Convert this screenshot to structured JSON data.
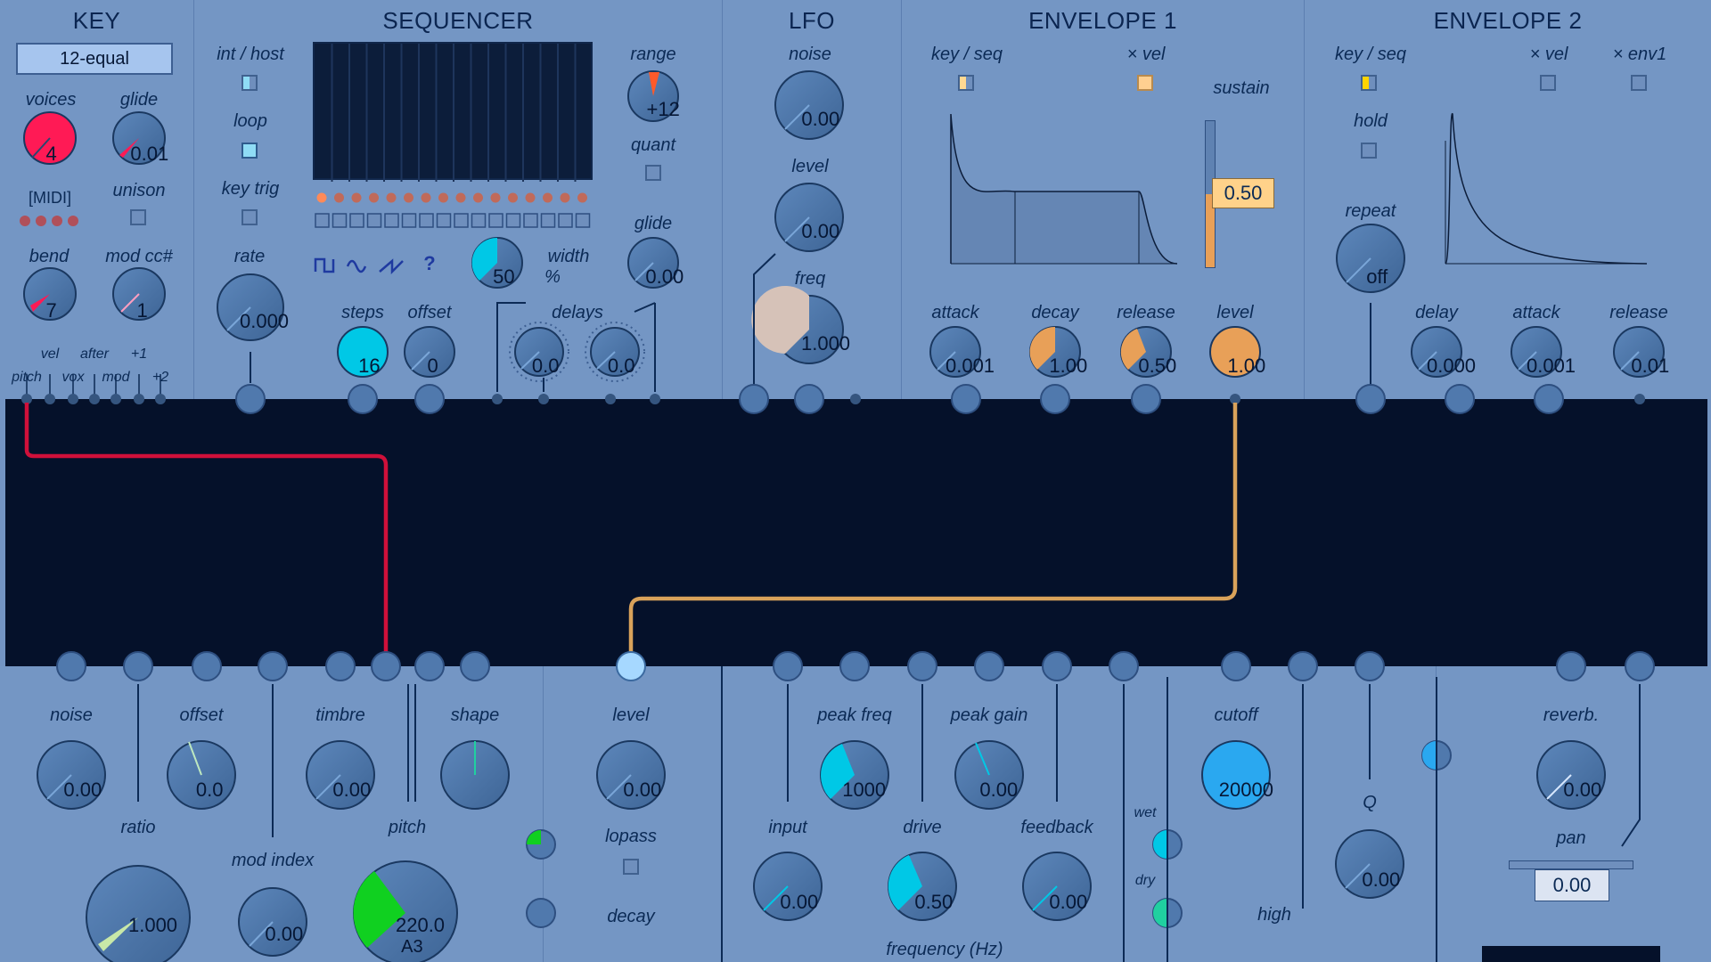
{
  "panels": {
    "key": {
      "title": "KEY",
      "tuning": "12-equal",
      "voices_label": "voices",
      "voices_value": "4",
      "glide_label": "glide",
      "glide_value": "0.01",
      "midi_label": "[MIDI]",
      "unison_label": "unison",
      "bend_label": "bend",
      "bend_value": "7",
      "modcc_label": "mod cc#",
      "modcc_value": "1",
      "outs": {
        "vel": "vel",
        "after": "after",
        "plus1": "+1",
        "pitch": "pitch",
        "vox": "vox",
        "mod": "mod",
        "plus2": "+2"
      }
    },
    "seq": {
      "title": "SEQUENCER",
      "inthost_label": "int / host",
      "loop_label": "loop",
      "keytrig_label": "key trig",
      "rate_label": "rate",
      "rate_value": "0.000",
      "range_label": "range",
      "range_value": "+12",
      "quant_label": "quant",
      "glide_label": "glide",
      "glide_value": "0.00",
      "width_label": "width",
      "width_unit": "%",
      "width_value": "50",
      "steps_label": "steps",
      "steps_value": "16",
      "offset_label": "offset",
      "offset_value": "0",
      "delays_label": "delays",
      "delay1_value": "0.0",
      "delay2_value": "0.0",
      "shape_question": "?"
    },
    "lfo": {
      "title": "LFO",
      "noise_label": "noise",
      "noise_value": "0.00",
      "level_label": "level",
      "level_value": "0.00",
      "freq_label": "freq",
      "freq_value": "1.000"
    },
    "env1": {
      "title": "ENVELOPE 1",
      "keyseq_label": "key / seq",
      "vel_label": "× vel",
      "sustain_label": "sustain",
      "sustain_value": "0.50",
      "attack_label": "attack",
      "attack_value": "0.001",
      "decay_label": "decay",
      "decay_value": "1.00",
      "release_label": "release",
      "release_value": "0.50",
      "level_label": "level",
      "level_value": "1.00"
    },
    "env2": {
      "title": "ENVELOPE 2",
      "keyseq_label": "key / seq",
      "vel_label": "× vel",
      "env1_label": "× env1",
      "hold_label": "hold",
      "repeat_label": "repeat",
      "repeat_value": "off",
      "delay_label": "delay",
      "delay_value": "0.000",
      "attack_label": "attack",
      "attack_value": "0.001",
      "release_label": "release",
      "release_value": "0.01"
    }
  },
  "lower": {
    "osc": {
      "noise_label": "noise",
      "noise_value": "0.00",
      "offset_label": "offset",
      "offset_value": "0.0",
      "timbre_label": "timbre",
      "timbre_value": "0.00",
      "shape_label": "shape",
      "ratio_label": "ratio",
      "ratio_value": "1.000",
      "modindex_label": "mod index",
      "modindex_value": "0.00",
      "pitch_label": "pitch",
      "pitch_value": "220.0",
      "pitch_note": "A3"
    },
    "amp": {
      "level_label": "level",
      "level_value": "0.00",
      "lopass_label": "lopass",
      "decay_label": "decay"
    },
    "filter": {
      "peakfreq_label": "peak freq",
      "peakfreq_value": "1000",
      "peakgain_label": "peak gain",
      "peakgain_value": "0.00",
      "input_label": "input",
      "input_value": "0.00",
      "drive_label": "drive",
      "drive_value": "0.50",
      "feedback_label": "feedback",
      "feedback_value": "0.00",
      "freq_label": "frequency (Hz)",
      "wet_label": "wet",
      "dry_label": "dry",
      "cutoff_label": "cutoff",
      "cutoff_value": "20000",
      "q_label": "Q",
      "q_value": "0.00",
      "high_label": "high"
    },
    "out": {
      "reverb_label": "reverb.",
      "reverb_value": "0.00",
      "pan_label": "pan",
      "pan_value": "0.00"
    }
  },
  "colors": {
    "bg": "#7394c2",
    "patchbay": "#05112a",
    "cable_red": "#d0103a",
    "cable_orange": "#d9a25a",
    "knob_fill": "#4a75a9",
    "knob_cyan": "#00c8e6",
    "knob_red": "#ff1a55",
    "knob_orange": "#e8a058",
    "knob_green": "#10d020"
  }
}
